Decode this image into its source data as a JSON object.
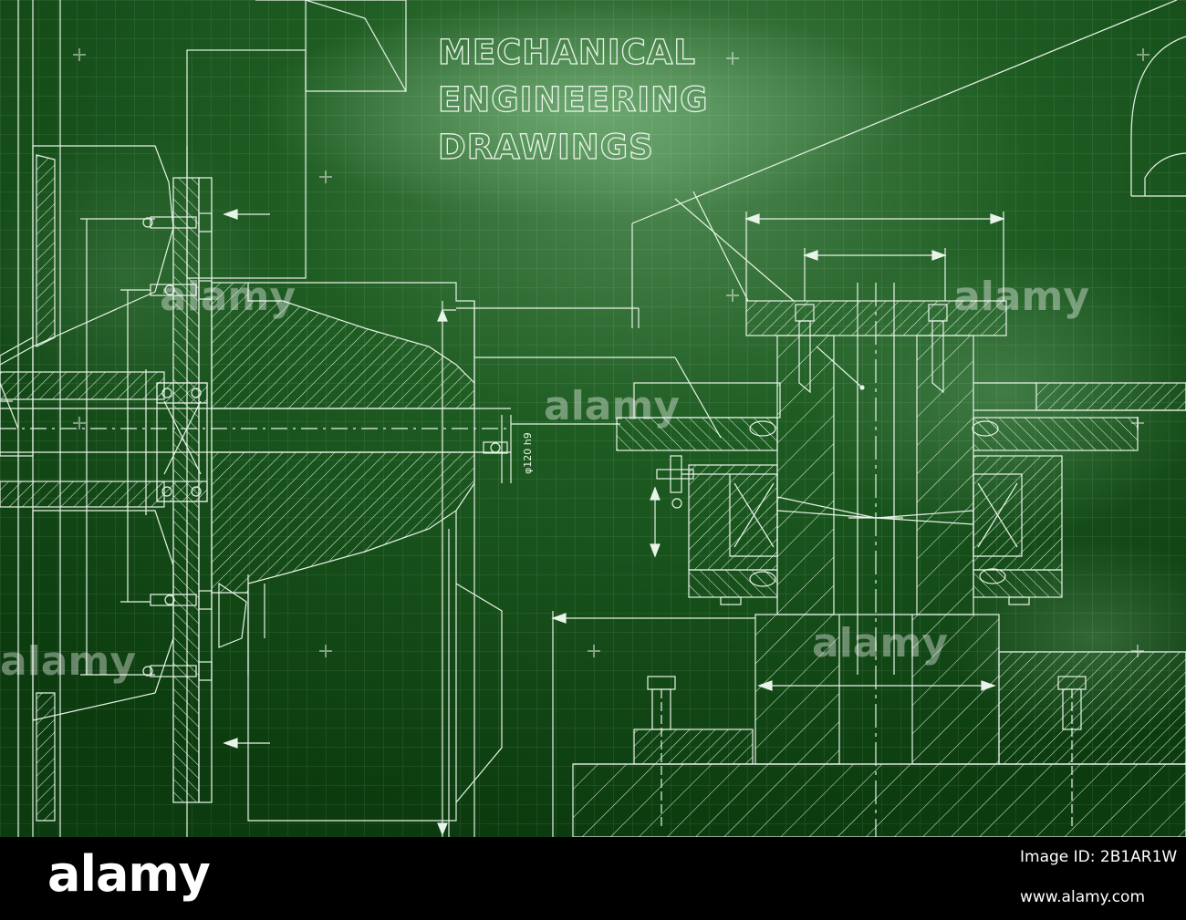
{
  "diagram": {
    "title_lines": [
      "MECHANICAL",
      "ENGINEERING",
      "DRAWINGS"
    ],
    "dimension_label": "φ120 h9",
    "watermark_text": "alamy",
    "colors": {
      "background_dark": "#0b3b0e",
      "background_mid": "#1e5c22",
      "background_light": "#4f8a52",
      "line": "#e8f4e8",
      "grid": "#ffffff"
    }
  },
  "footer": {
    "logo": "alamy",
    "image_id_label": "Image ID: 2B1AR1W",
    "site": "www.alamy.com"
  }
}
